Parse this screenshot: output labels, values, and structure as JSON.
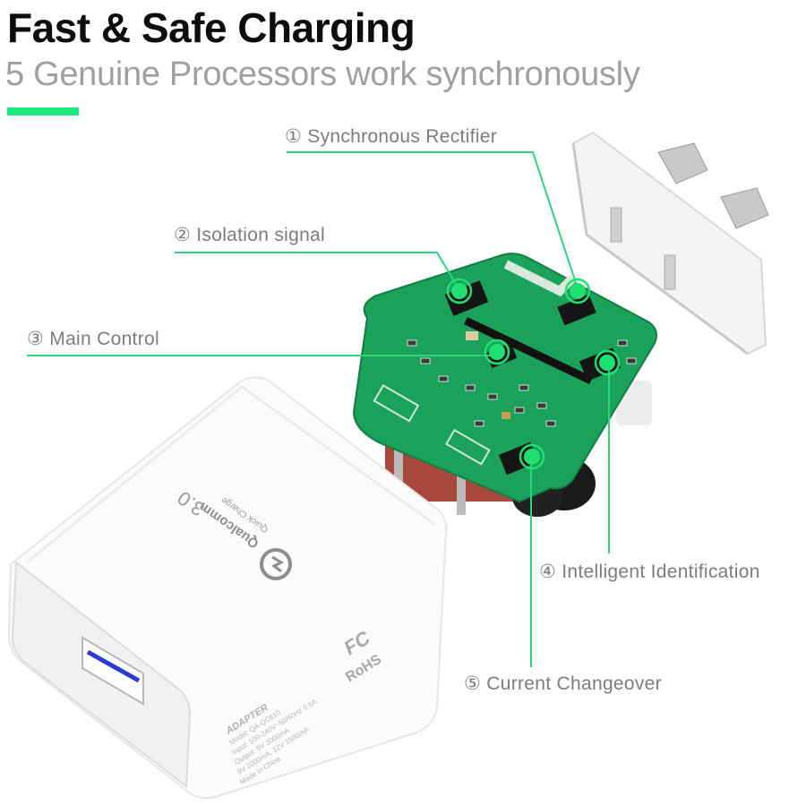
{
  "header": {
    "title": "Fast & Safe Charging",
    "subtitle": "5 Genuine Processors work synchronously"
  },
  "colors": {
    "accent": "#1de87a",
    "callout_line": "#2dd47e",
    "marker": "#1fe070",
    "pcb": "#1aa15a",
    "label_text": "#7c7c7c",
    "usb_port_blue": "#2a3bd6"
  },
  "callouts": [
    {
      "number": "①",
      "label": "Synchronous Rectifier"
    },
    {
      "number": "②",
      "label": "Isolation signal"
    },
    {
      "number": "③",
      "label": "Main Control"
    },
    {
      "number": "④",
      "label": "Intelligent Identification"
    },
    {
      "number": "⑤",
      "label": "Current Changeover"
    }
  ],
  "product": {
    "brand_logo": "qualcomm-quick-charge-logo",
    "brand_text": "Qualcomm",
    "brand_subtext": "Quick Charge",
    "brand_version": "3.0",
    "certifications": [
      "FC",
      "RoHS"
    ],
    "adapter_label": "ADAPTER",
    "spec_lines": [
      "Model: QA-QC610",
      "Input: 100-240V~50/60Hz 0.6A",
      "Output: 5V 3000mA",
      "9V 2000mA, 12V 1500mA",
      "Made in China"
    ]
  }
}
